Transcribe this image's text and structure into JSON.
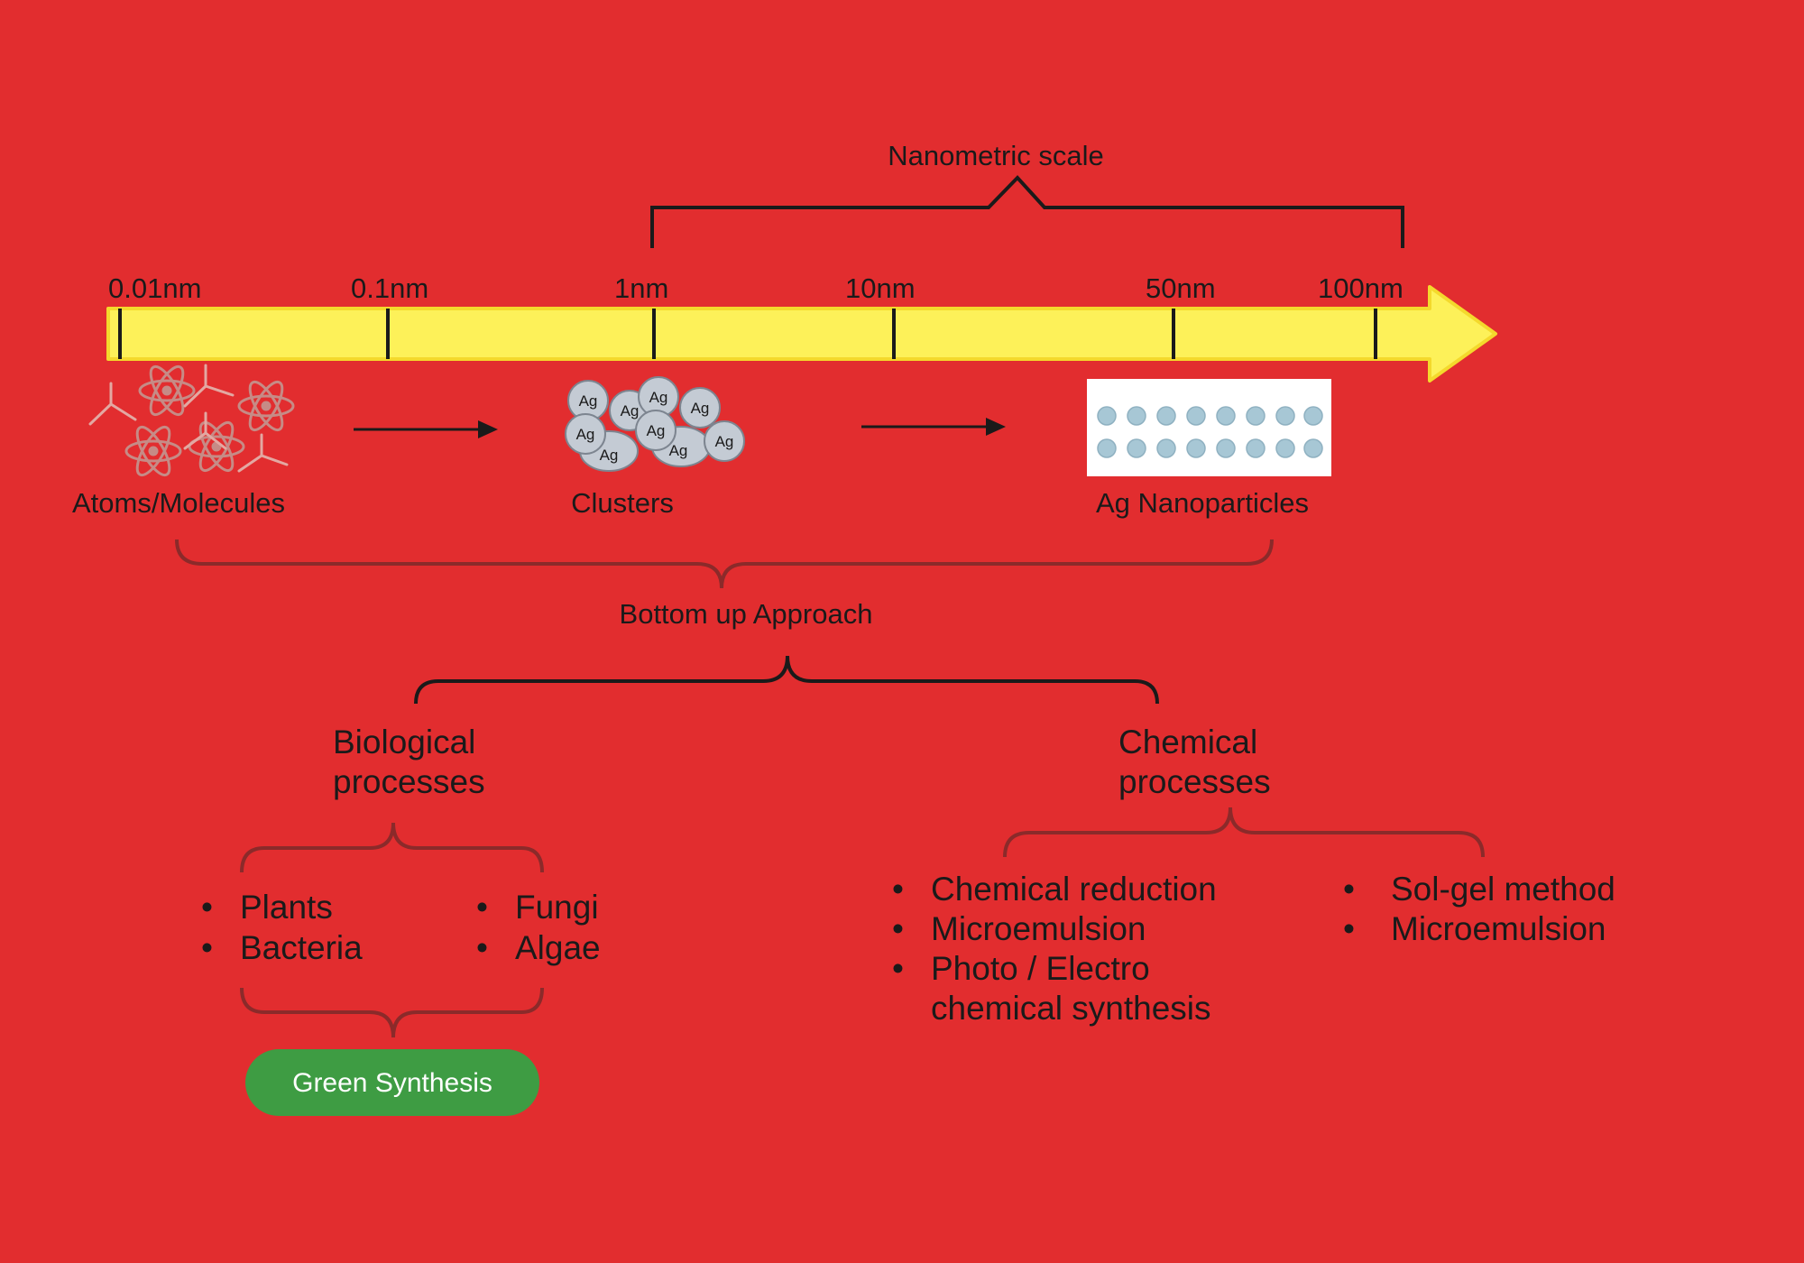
{
  "colors": {
    "background": "#e22d2f",
    "scale_bar": "#fdf159",
    "ink": "#1a1a1a",
    "brace_soft": "#8b2a2a",
    "green_pill": "#3e9c43",
    "particle_fill": "#c4cbd4",
    "nanoparticle_dot": "#a7c7d5"
  },
  "scale": {
    "title": "Nanometric scale",
    "ticks": [
      "0.01nm",
      "0.1nm",
      "1nm",
      "10nm",
      "50nm",
      "100nm"
    ]
  },
  "stages": {
    "atoms": "Atoms/Molecules",
    "clusters": "Clusters",
    "nanoparticles": "Ag Nanoparticles"
  },
  "cluster_particle_label": "Ag",
  "approach": "Bottom up Approach",
  "biological": {
    "title_lines": [
      "Biological",
      "processes"
    ],
    "col1": [
      "Plants",
      "Bacteria"
    ],
    "col2": [
      "Fungi",
      "Algae"
    ],
    "result": "Green Synthesis"
  },
  "chemical": {
    "title_lines": [
      "Chemical",
      "processes"
    ],
    "col1": [
      "Chemical reduction",
      "Microemulsion",
      "Photo / Electro"
    ],
    "col1_continuation": "chemical synthesis",
    "col2": [
      "Sol-gel method",
      "Microemulsion"
    ]
  },
  "bullet_glyph": "•",
  "icons": {
    "atom": "atom-icon",
    "molecule": "molecule-icon",
    "arrow": "arrow-right-icon",
    "particle": "silver-particle-icon",
    "nanoparticle": "nanoparticle-icon"
  }
}
